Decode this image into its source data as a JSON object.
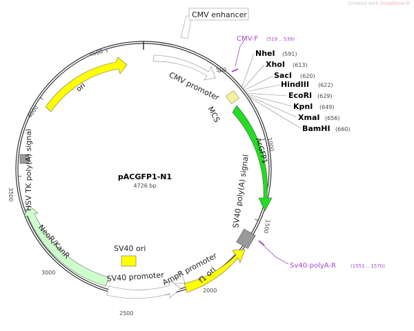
{
  "credit": {
    "prefix": "Created with ",
    "brand": "SnapGene®"
  },
  "plasmid": {
    "name": "pACGFP1-N1",
    "size_label": "4726 bp",
    "length": 4726
  },
  "ticks": [
    "500",
    "1000",
    "1500",
    "2000",
    "2500",
    "3000",
    "3500",
    "4000",
    "4500"
  ],
  "features": {
    "cmv_enhancer": "CMV enhancer",
    "cmv_promoter": "CMV promoter",
    "mcs": "MCS",
    "acgfp1": "AcGFP1",
    "sv40_polya": "SV40 poly(A) signal",
    "f1_ori": "f1 ori",
    "ampr_promoter": "AmpR promoter",
    "sv40_promoter": "SV40 promoter",
    "sv40_ori": "SV40 ori",
    "neor": "NeoR/KanR",
    "hsv_polya": "HSV TK poly(A) signal",
    "ori": "ori"
  },
  "primers": [
    {
      "name": "CMV-F",
      "range": "(519 .. 539)"
    },
    {
      "name": "Sv40-polyA-R",
      "range": "(1551 .. 1570)"
    }
  ],
  "sites": [
    {
      "name": "NheI",
      "pos": "(591)"
    },
    {
      "name": "XhoI",
      "pos": "(613)"
    },
    {
      "name": "SacI",
      "pos": "(620)"
    },
    {
      "name": "HindIII",
      "pos": "(622)"
    },
    {
      "name": "EcoRI",
      "pos": "(629)"
    },
    {
      "name": "KpnI",
      "pos": "(649)"
    },
    {
      "name": "XmaI",
      "pos": "(656)"
    },
    {
      "name": "BamHI",
      "pos": "(660)"
    }
  ],
  "colors": {
    "acgfp1": "#22dd22",
    "ori": "#ffff00",
    "f1_ori": "#ffff00",
    "sv40_ori": "#ffff00",
    "neor": "#ccffcc",
    "mcs": "#f5f09a",
    "promoter": "#ffffff",
    "polya": "#999999",
    "primer": "#aa44cc",
    "backbone": "#333333"
  }
}
